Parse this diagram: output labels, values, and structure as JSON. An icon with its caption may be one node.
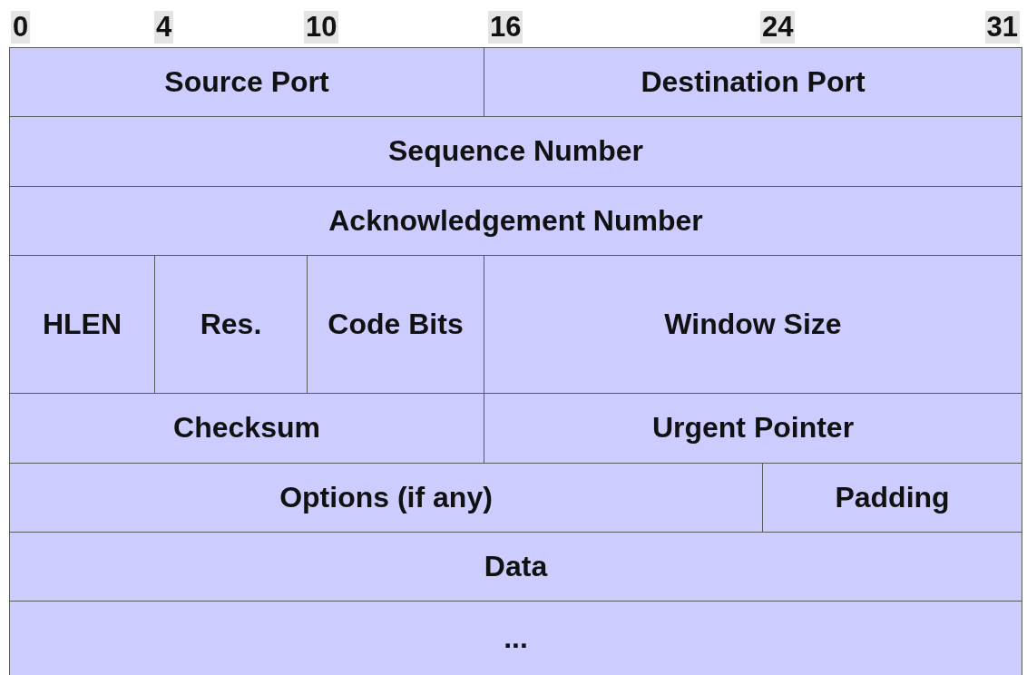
{
  "diagram": {
    "nodes": [
      {
        "text": [
          "Source Port"
        ]
      },
      {
        "text": [
          "Destination Port"
        ]
      },
      {
        "text": [
          "Sequence Number"
        ]
      },
      {
        "text": [
          "Acknowledgement Number"
        ]
      },
      {
        "text": [
          "HLEN"
        ]
      },
      {
        "text": [
          "Res."
        ]
      },
      {
        "text": [
          "Code Bits"
        ]
      },
      {
        "text": [
          "Window Size"
        ]
      },
      {
        "text": [
          "Checksum"
        ]
      },
      {
        "text": [
          "Urgent Pointer"
        ]
      },
      {
        "text": [
          "Options (if any)"
        ]
      },
      {
        "text": [
          "Padding"
        ]
      },
      {
        "text": [
          "Data"
        ]
      },
      {
        "text": [
          "..."
        ]
      }
    ],
    "labels": [
      "0",
      "4",
      "10",
      "16",
      "24",
      "31"
    ]
  }
}
